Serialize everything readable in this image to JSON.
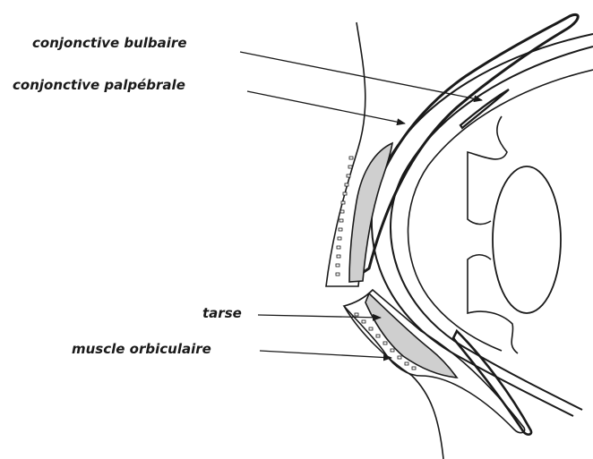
{
  "labels": {
    "conjonctive_bulbaire": "conjonctive bulbaire",
    "conjonctive_palpebrale": "conjonctive palpébrale",
    "tarse": "tarse",
    "muscle_orbiculaire": "muscle orbiculaire"
  },
  "colors": {
    "line": "#1a1a1a",
    "tarse_fill": "#cfcfcf",
    "background": "#ffffff"
  }
}
